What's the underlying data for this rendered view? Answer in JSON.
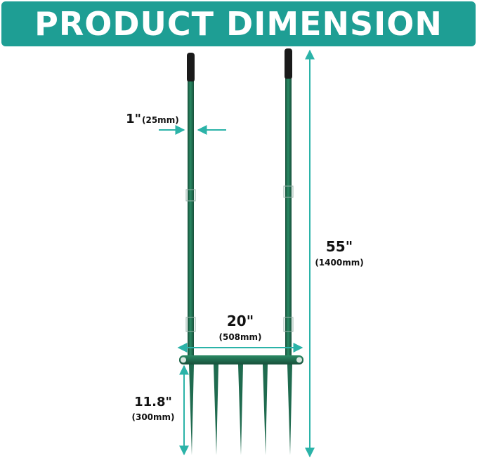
{
  "banner": {
    "title": "PRODUCT DIMENSION"
  },
  "dimensions": {
    "diameter": {
      "value": "1\"",
      "metric": "(25mm)"
    },
    "height": {
      "value": "55\"",
      "metric": "(1400mm)"
    },
    "width": {
      "value": "20\"",
      "metric": "(508mm)"
    },
    "tine_length": {
      "value": "11.8\"",
      "metric": "(300mm)"
    }
  },
  "colors": {
    "banner": "#1e9e94",
    "arrow": "#2bb3a8",
    "tool_green": "#1f6b4f",
    "grip": "#1a1a1a"
  },
  "icons": {
    "product": "garden-aerator-fork"
  }
}
